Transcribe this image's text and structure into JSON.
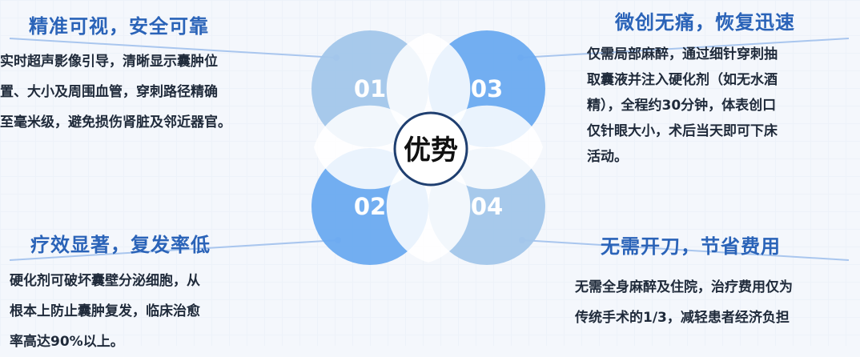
{
  "center": {
    "label": "优势"
  },
  "colors": {
    "dark_blue": "#6aaaf0",
    "light_blue": "#a2c6ea",
    "title": "#2a63b8",
    "text": "#1f2a3a",
    "center_border": "#1f3f70"
  },
  "items": [
    {
      "num": "01",
      "title": "精准可视，安全可靠",
      "lines": [
        "实时超声影像引导，清晰显示囊肿位",
        "置、大小及周围血管，穿刺路径精确",
        "至毫米级，避免损伤肾脏及邻近器官。"
      ]
    },
    {
      "num": "02",
      "title": "疗效显著，复发率低",
      "lines": [
        "硬化剂可破坏囊壁分泌细胞，从",
        "根本上防止囊肿复发，临床治愈",
        "率高达90%以上。"
      ]
    },
    {
      "num": "03",
      "title": "微创无痛，恢复迅速",
      "lines": [
        "仅需局部麻醉，通过细针穿刺抽",
        "取囊液并注入硬化剂（如无水酒",
        "精），全程约30分钟，体表创口",
        "仅针眼大小，术后当天即可下床",
        "活动。"
      ]
    },
    {
      "num": "04",
      "title": "无需开刀，节省费用",
      "lines": [
        "无需全身麻醉及住院，治疗费用仅为",
        "传统手术的1/3，减轻患者经济负担"
      ]
    }
  ]
}
